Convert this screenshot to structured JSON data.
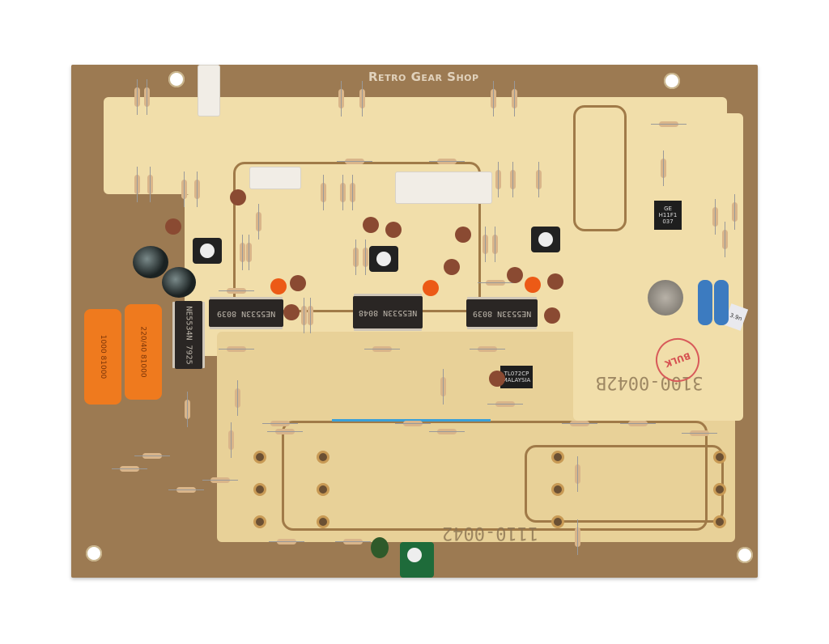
{
  "watermark": "Retro Gear Shop",
  "chips": [
    {
      "label": "NE5533N 8039"
    },
    {
      "label": "NE5533N 8048"
    },
    {
      "label": "NE5533N 8039"
    },
    {
      "label": "NE5534N 7925"
    },
    {
      "label": "TL072CP MALAYSIA"
    },
    {
      "label": "GE H11F1 037"
    }
  ],
  "capacitors": {
    "left": "1000 81000",
    "right": "220/40 81000",
    "small_label": "3.9n"
  },
  "board_print": {
    "serial_top": "3100-0042B",
    "serial_bottom": "1110-0042",
    "stamp": "BULK"
  },
  "colors": {
    "board_brown": "#9c7a52",
    "board_cream": "#f1deaa",
    "capacitor_orange": "#ef7a1e",
    "chip_black": "#2a2624"
  }
}
